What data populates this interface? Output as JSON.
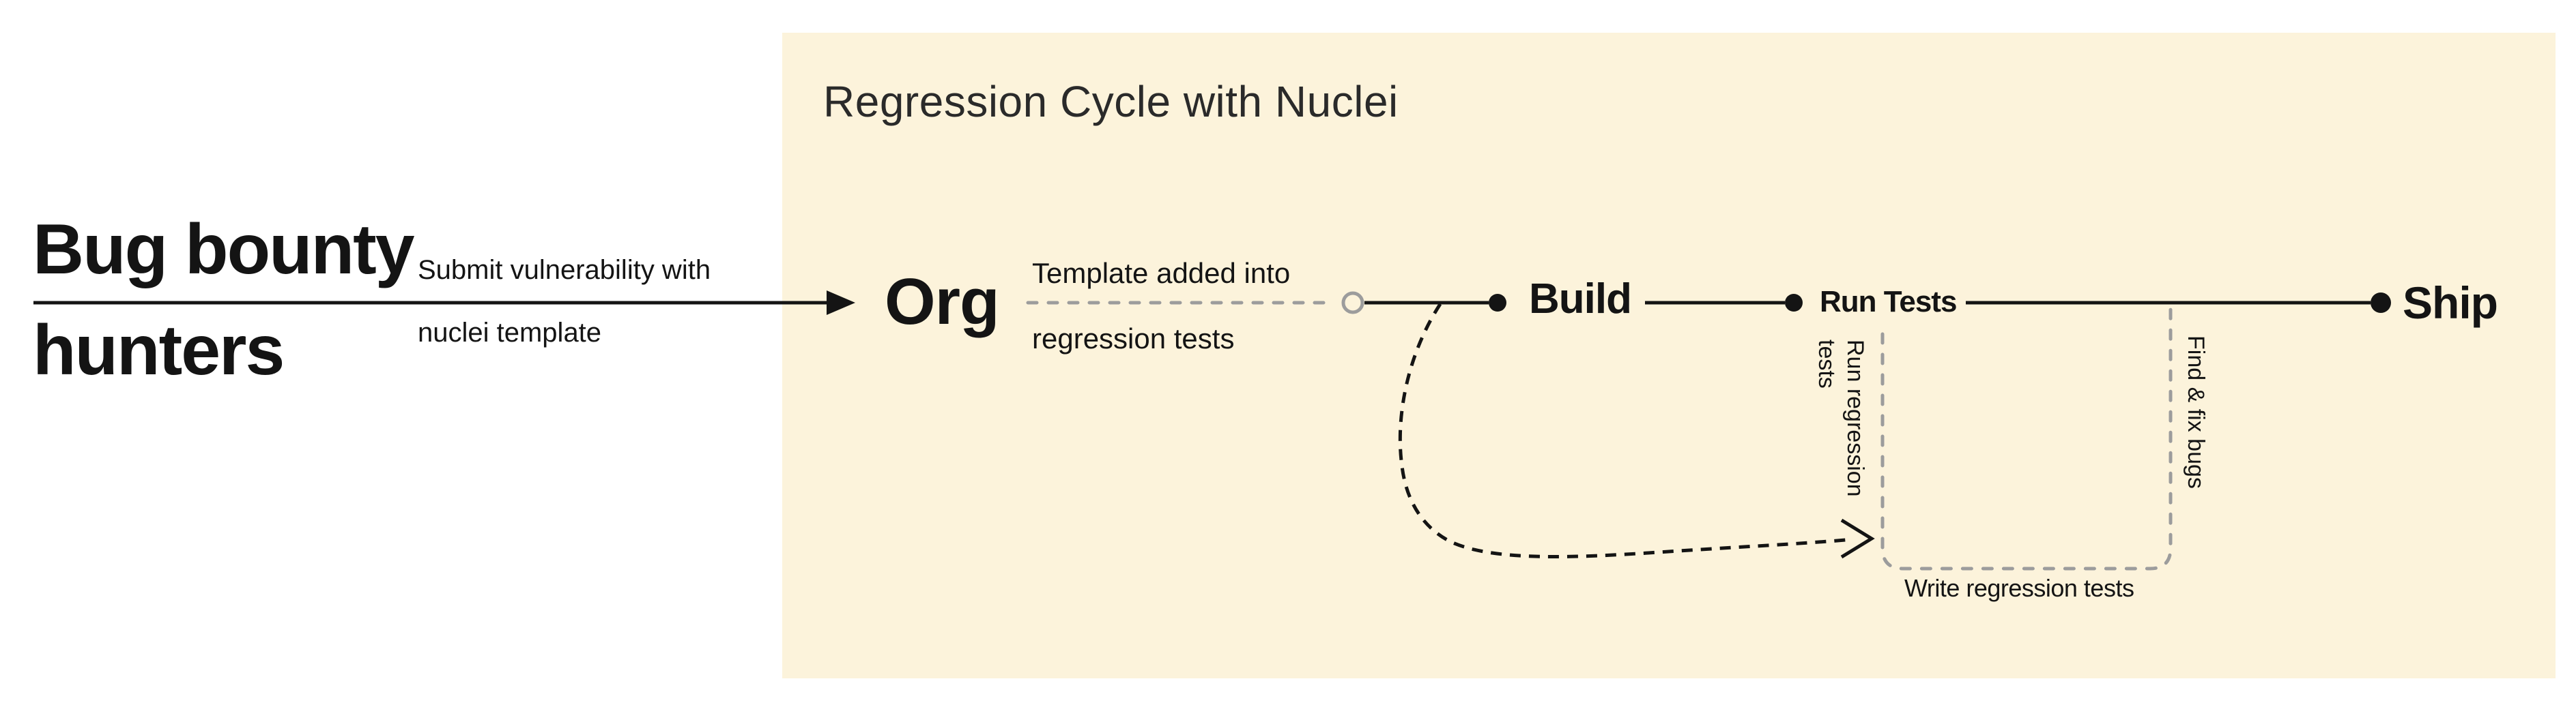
{
  "actor": {
    "line1": "Bug bounty",
    "line2": "hunters"
  },
  "submit_arrow": {
    "label_line1": "Submit vulnerability with",
    "label_line2": "nuclei template"
  },
  "panel": {
    "title": "Regression Cycle with Nuclei"
  },
  "nodes": {
    "org": "Org",
    "build": "Build",
    "run_tests": "Run Tests",
    "ship": "Ship"
  },
  "edges": {
    "template_label_line1": "Template added into",
    "template_label_line2": "regression tests"
  },
  "loop": {
    "run_regression_label": "Run regression tests",
    "find_fix_label": "Find & fix bugs",
    "write_tests_label": "Write regression tests"
  },
  "colors": {
    "panel-bg": "#FCF3DB",
    "ink": "#141414",
    "muted": "#9C9C9C",
    "title-ink": "#2A2A2A",
    "page-bg": "#FFFFFF"
  }
}
